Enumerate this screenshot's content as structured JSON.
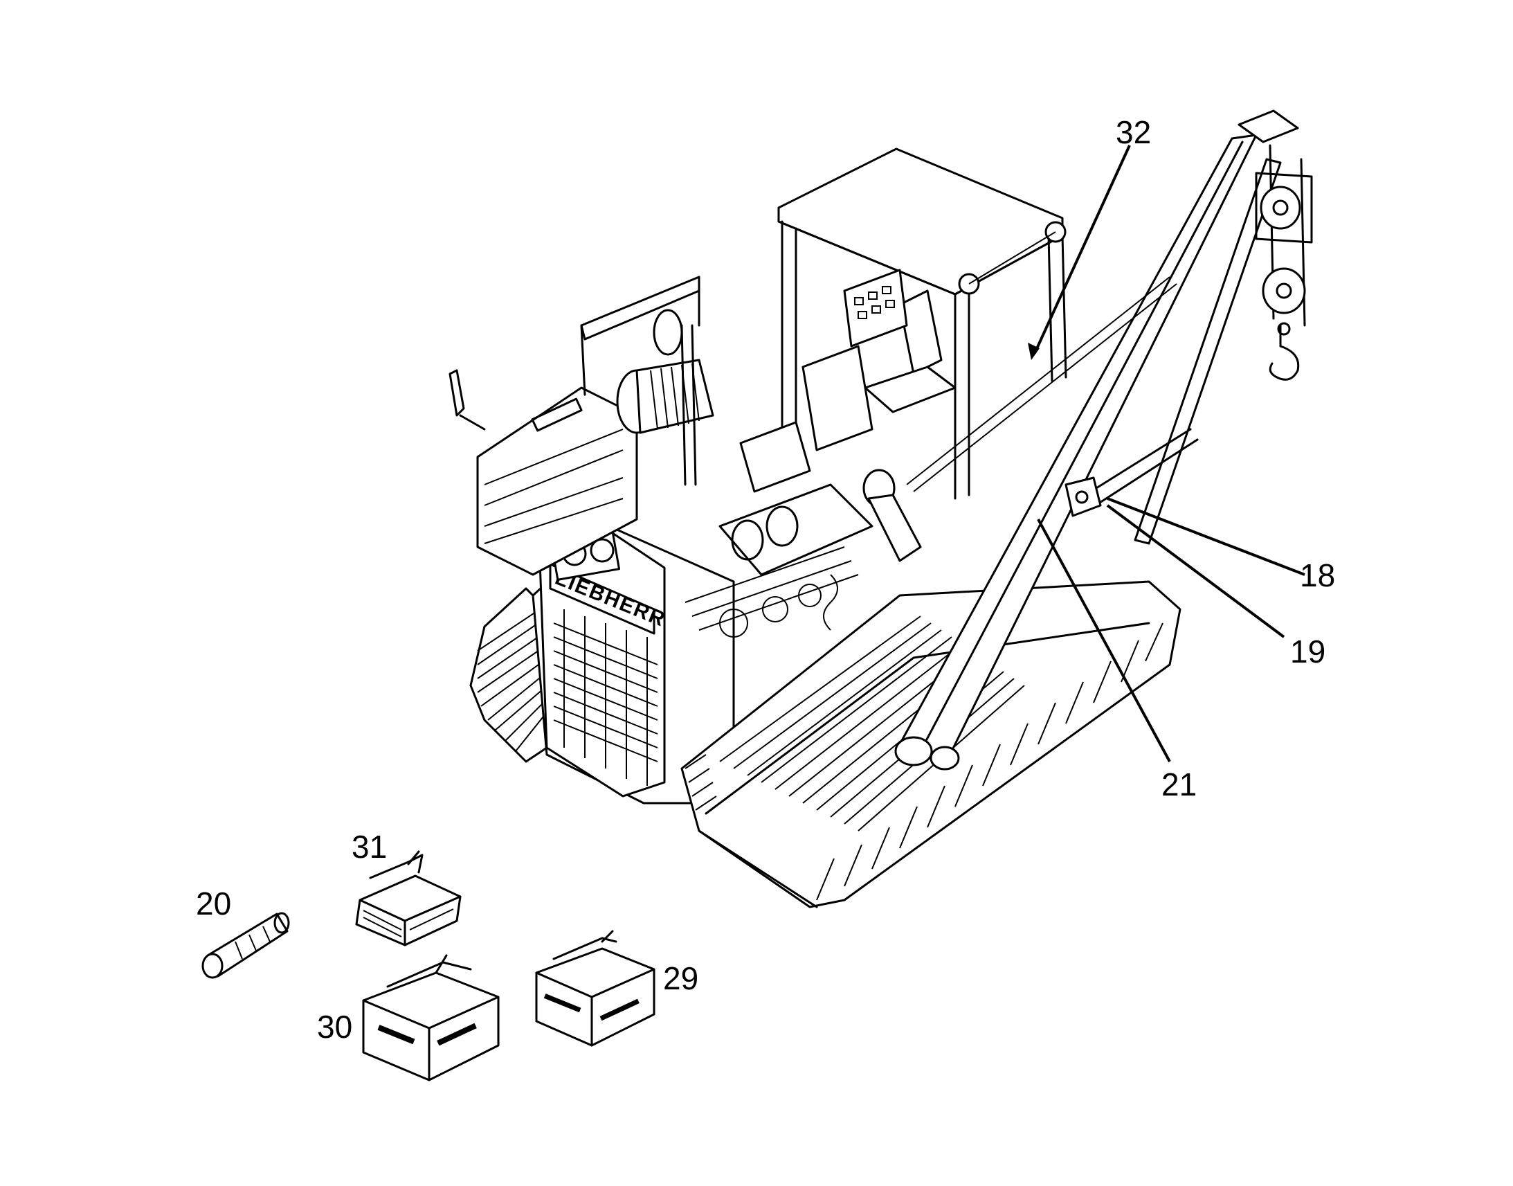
{
  "figure": {
    "callouts": [
      {
        "id": "c32",
        "label": "32"
      },
      {
        "id": "c18",
        "label": "18"
      },
      {
        "id": "c19",
        "label": "19"
      },
      {
        "id": "c21",
        "label": "21"
      },
      {
        "id": "c31",
        "label": "31"
      },
      {
        "id": "c20",
        "label": "20"
      },
      {
        "id": "c29",
        "label": "29"
      },
      {
        "id": "c30",
        "label": "30"
      }
    ],
    "grille_text": "LIEBHERR"
  }
}
